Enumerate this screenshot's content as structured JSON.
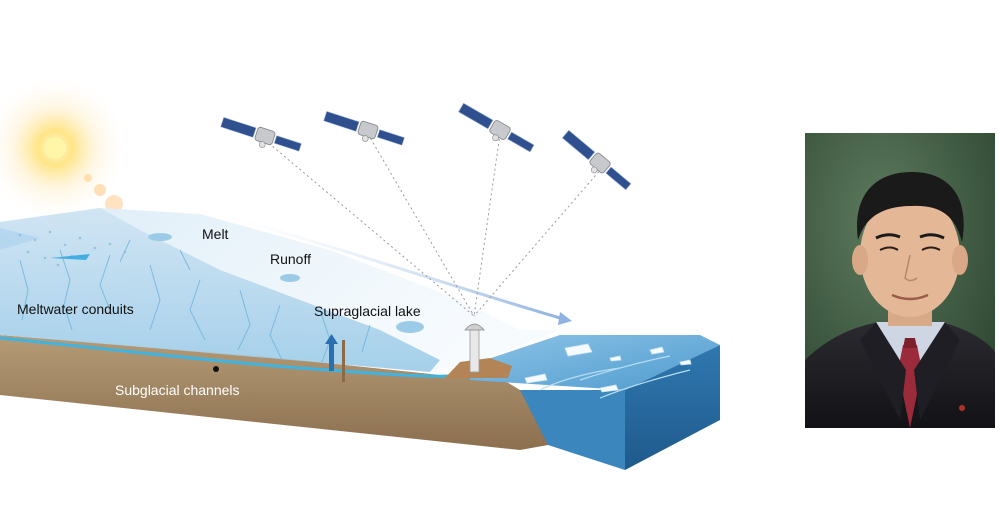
{
  "diagram": {
    "labels": {
      "melt": "Melt",
      "runoff": "Runoff",
      "meltwater_conduits": "Meltwater conduits",
      "supraglacial_lake": "Supraglacial lake",
      "subglacial_channels": "Subglacial channels"
    },
    "elements": {
      "sun": "sun-icon",
      "satellites": [
        "satellite-icon",
        "satellite-icon",
        "satellite-icon",
        "satellite-icon"
      ],
      "ground_station": "ground-station-icon",
      "icebergs": "iceberg-icon"
    },
    "colors": {
      "ice_top": "#e9f3fb",
      "ice_front": "#bfdcef",
      "ocean": "#4a94c6",
      "bedrock": "#a88e6c",
      "meltwater": "#3fb4e0",
      "sun": "#ffd84a"
    }
  },
  "portrait": {
    "subject": "person-photo",
    "colors": {
      "background": "#3d5a3f",
      "suit": "#1c1c22",
      "shirt": "#cfd6e3",
      "tie": "#9b2a3a"
    }
  }
}
